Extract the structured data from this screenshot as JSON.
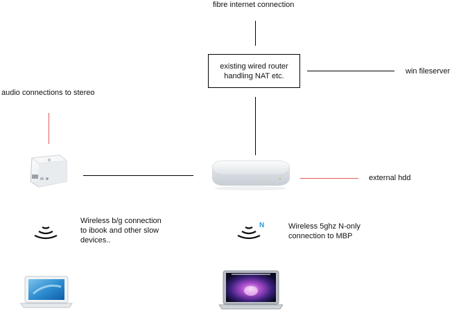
{
  "labels": {
    "internet": "fibre internet connection",
    "router": "existing wired router\nhandling NAT etc.",
    "fileserver": "win fileserver",
    "audio": "audio connections to stereo",
    "hdd": "external hdd",
    "wireless_bg": "Wireless b/g connection\nto ibook and other slow\ndevices..",
    "wireless_n": "Wireless 5ghz N-only\nconnection to MBP",
    "n_badge": "N"
  },
  "colors": {
    "wired_line": "#000000",
    "audio_line": "#e05a5a",
    "hdd_line": "#e05a5a",
    "n_badge": "#1a9be0"
  },
  "icons": {
    "express": "airport-express-icon",
    "extreme": "airport-extreme-icon",
    "wifi": "wifi-waves-icon",
    "ibook": "ibook-laptop-icon",
    "mbp": "macbook-pro-laptop-icon"
  }
}
